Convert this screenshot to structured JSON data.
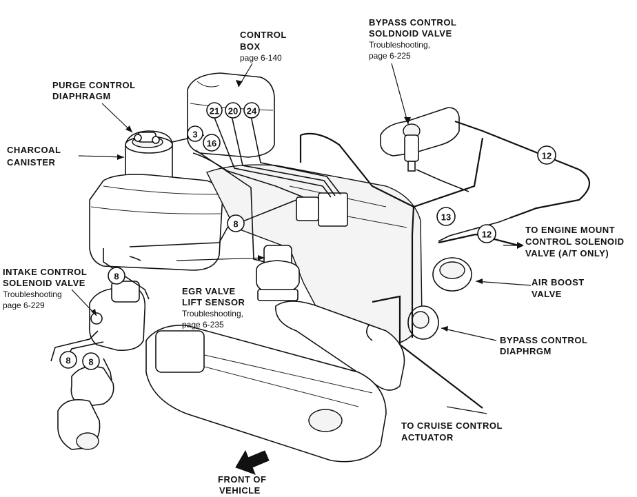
{
  "labels": {
    "control_box": {
      "title_lines": [
        "CONTROL",
        "BOX"
      ],
      "ref": "page 6-140"
    },
    "bypass_valve": {
      "title_lines": [
        "BYPASS CONTROL",
        "SOLDNOID VALVE"
      ],
      "sub": "Troubleshooting,",
      "ref": "page 6-225"
    },
    "purge_diaphragm": {
      "title_lines": [
        "PURGE CONTROL",
        "DIAPHRAGM"
      ]
    },
    "charcoal_canister": {
      "title_lines": [
        "CHARCOAL",
        "CANISTER"
      ]
    },
    "intake_valve": {
      "title_lines": [
        "INTAKE CONTROL",
        "SOLENOID VALVE"
      ],
      "sub": "Troubleshooting",
      "ref": "page 6-229"
    },
    "egr_sensor": {
      "title_lines": [
        "EGR VALVE",
        "LIFT SENSOR"
      ],
      "sub": "Troubleshooting,",
      "ref": "page 6-235"
    },
    "engine_mount": {
      "title_lines": [
        "TO ENGINE MOUNT",
        "CONTROL SOLENOID",
        "VALVE (A/T ONLY)"
      ]
    },
    "air_boost": {
      "title_lines": [
        "AIR BOOST",
        "VALVE"
      ]
    },
    "bypass_diaphragm": {
      "title_lines": [
        "BYPASS CONTROL",
        "DIAPHRGM"
      ]
    },
    "cruise_actuator": {
      "title_lines": [
        "TO CRUISE CONTROL",
        "ACTUATOR"
      ]
    },
    "front": {
      "title_lines": [
        "FRONT OF",
        "VEHICLE"
      ]
    }
  },
  "hose_numbers": {
    "n21": "21",
    "n20": "20",
    "n24": "24",
    "n3": "3",
    "n16": "16",
    "n8_center": "8",
    "n8_left": "8",
    "n8_bottom_a": "8",
    "n8_bottom_b": "8",
    "n12_top": "12",
    "n12_right": "12",
    "n13": "13"
  }
}
